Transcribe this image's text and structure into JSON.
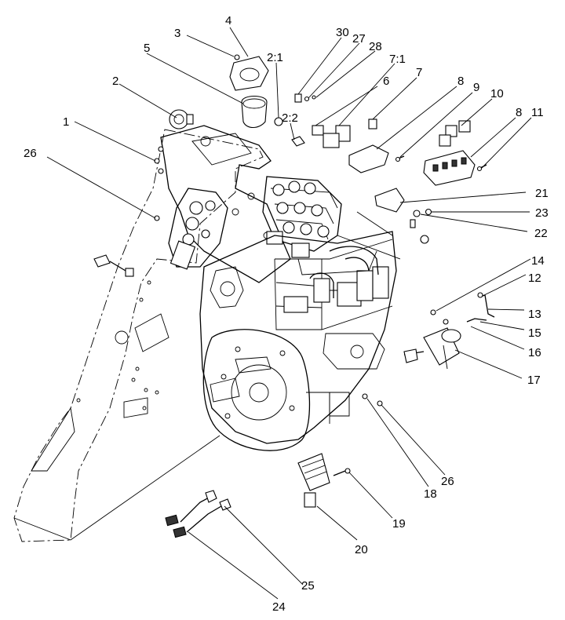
{
  "callouts": [
    {
      "id": "c1",
      "label": "1"
    },
    {
      "id": "c2",
      "label": "2"
    },
    {
      "id": "c2_1",
      "label": "2:1"
    },
    {
      "id": "c2_2",
      "label": "2:2"
    },
    {
      "id": "c3",
      "label": "3"
    },
    {
      "id": "c4",
      "label": "4"
    },
    {
      "id": "c5",
      "label": "5"
    },
    {
      "id": "c6",
      "label": "6"
    },
    {
      "id": "c7",
      "label": "7"
    },
    {
      "id": "c7_1",
      "label": "7:1"
    },
    {
      "id": "c8a",
      "label": "8"
    },
    {
      "id": "c8b",
      "label": "8"
    },
    {
      "id": "c9",
      "label": "9"
    },
    {
      "id": "c10",
      "label": "10"
    },
    {
      "id": "c11",
      "label": "11"
    },
    {
      "id": "c12",
      "label": "12"
    },
    {
      "id": "c13",
      "label": "13"
    },
    {
      "id": "c14",
      "label": "14"
    },
    {
      "id": "c15",
      "label": "15"
    },
    {
      "id": "c16",
      "label": "16"
    },
    {
      "id": "c17",
      "label": "17"
    },
    {
      "id": "c18",
      "label": "18"
    },
    {
      "id": "c19",
      "label": "19"
    },
    {
      "id": "c20",
      "label": "20"
    },
    {
      "id": "c21",
      "label": "21"
    },
    {
      "id": "c22",
      "label": "22"
    },
    {
      "id": "c23",
      "label": "23"
    },
    {
      "id": "c24",
      "label": "24"
    },
    {
      "id": "c25",
      "label": "25"
    },
    {
      "id": "c26a",
      "label": "26"
    },
    {
      "id": "c26b",
      "label": "26"
    },
    {
      "id": "c27",
      "label": "27"
    },
    {
      "id": "c28",
      "label": "28"
    },
    {
      "id": "c30",
      "label": "30"
    }
  ]
}
